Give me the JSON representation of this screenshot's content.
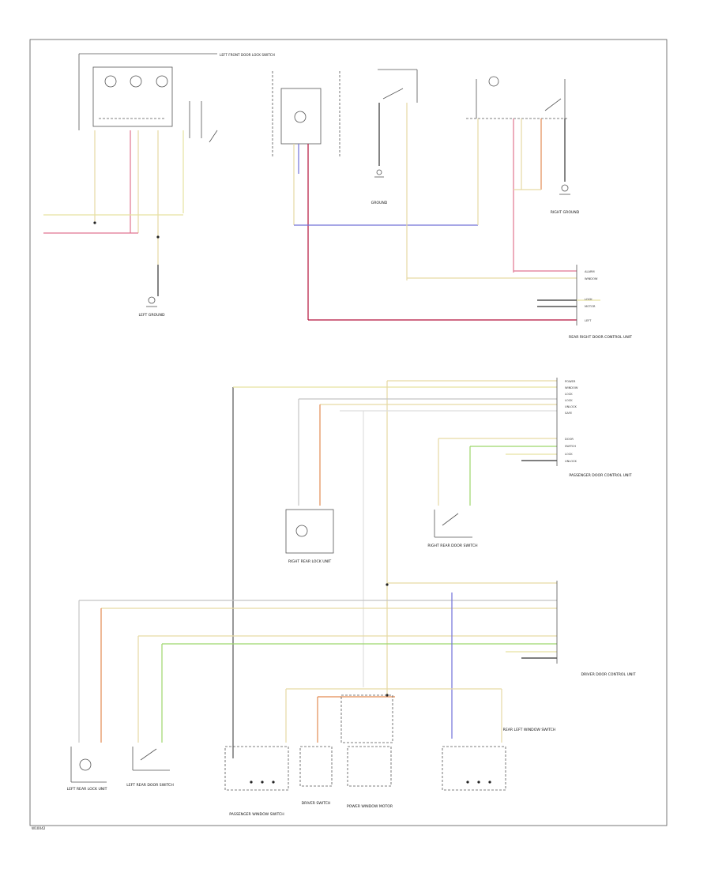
{
  "colors": {
    "tan": "#e6d9a3",
    "yellow": "#e7e2a0",
    "pink": "#e17590",
    "red": "#b4123a",
    "blue": "#7070d8",
    "orange": "#e38a52",
    "green": "#9cd66b",
    "gray": "#c4c4c4",
    "black": "#333333"
  },
  "labels": {
    "front_left_switch": "LEFT FRONT DOOR LOCK SWITCH",
    "rear_right_module": "REAR RIGHT DOOR CONTROL UNIT",
    "right_rear_motor": "RIGHT REAR LOCK UNIT",
    "right_rear_switch": "RIGHT REAR DOOR SWITCH",
    "left_rear_motor": "LEFT REAR LOCK UNIT",
    "left_rear_switch": "LEFT REAR DOOR SWITCH",
    "passenger_window_switch": "PASSENGER WINDOW SWITCH",
    "driver_switch": "DRIVER SWITCH",
    "window_motor": "POWER WINDOW MOTOR",
    "rear_left_window_switch": "REAR LEFT WINDOW SWITCH",
    "passenger_door_control": "PASSENGER DOOR CONTROL UNIT",
    "driver_door_control": "DRIVER DOOR CONTROL UNIT",
    "ground_left": "LEFT GROUND",
    "ground_mid": "GROUND",
    "ground_right": "RIGHT GROUND",
    "footer": "W10042"
  },
  "top_right_pins": [
    "ALARM",
    "WINDOW",
    "LOCK",
    "MOTOR",
    "LEFT"
  ],
  "section_pins_a": [
    "POWER",
    "WINDOW",
    "LOCK",
    "LOCK",
    "UNLOCK",
    "SAFE"
  ],
  "section_pins_b": [
    "DOOR",
    "SWITCH",
    "LOCK",
    "UNLOCK"
  ]
}
